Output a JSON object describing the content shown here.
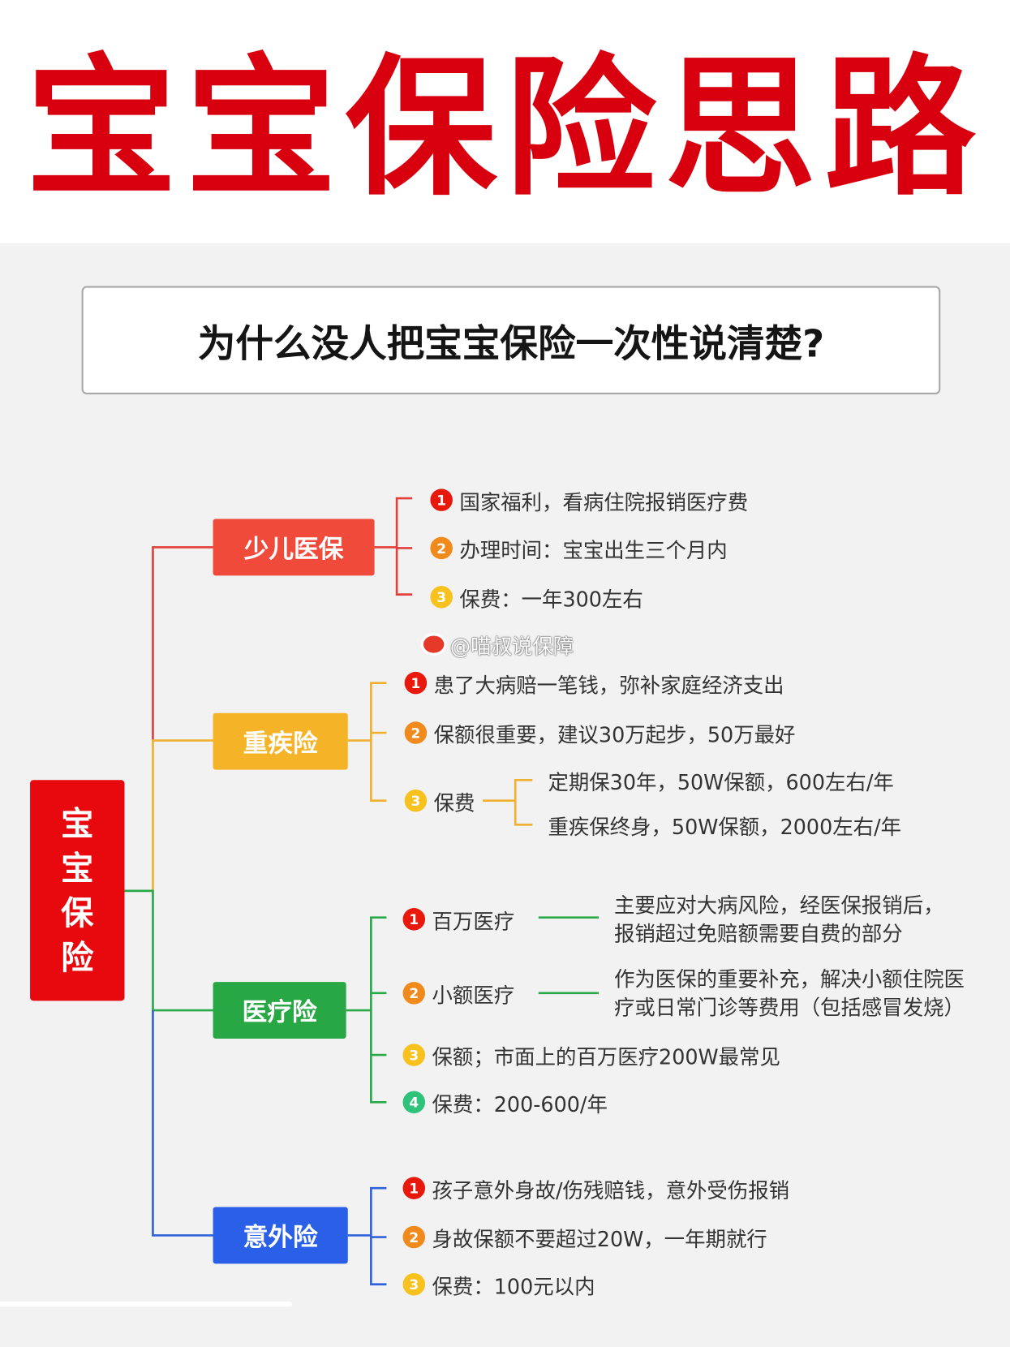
{
  "title": "宝宝保险思路",
  "question": "为什么没人把宝宝保险一次性说清楚?",
  "root": [
    "宝",
    "宝",
    "保",
    "险"
  ],
  "watermark": "@喵叔说保障",
  "colors": {
    "title": "#d8000f",
    "root": "#e8090f",
    "child_care": "#f04a3a",
    "critical": "#f5b427",
    "medical": "#27a844",
    "accident": "#2a5fe8"
  },
  "branches": [
    {
      "label": "少儿医保",
      "items": [
        {
          "num": "1",
          "text": "国家福利，看病住院报销医疗费"
        },
        {
          "num": "2",
          "text": "办理时间：宝宝出生三个月内"
        },
        {
          "num": "3",
          "text": "保费：一年300左右"
        }
      ]
    },
    {
      "label": "重疾险",
      "items": [
        {
          "num": "1",
          "text": "患了大病赔一笔钱，弥补家庭经济支出"
        },
        {
          "num": "2",
          "text": "保额很重要，建议30万起步，50万最好"
        },
        {
          "num": "3",
          "text": "保费",
          "sub": [
            "定期保30年，50W保额，600左右/年",
            "重疾保终身，50W保额，2000左右/年"
          ]
        }
      ]
    },
    {
      "label": "医疗险",
      "items": [
        {
          "num": "1",
          "text": "百万医疗",
          "desc": [
            "主要应对大病风险，经医保报销后，",
            "报销超过免赔额需要自费的部分"
          ]
        },
        {
          "num": "2",
          "text": "小额医疗",
          "desc": [
            "作为医保的重要补充，解决小额住院医",
            "疗或日常门诊等费用（包括感冒发烧）"
          ]
        },
        {
          "num": "3",
          "text": "保额；市面上的百万医疗200W最常见"
        },
        {
          "num": "4",
          "text": "保费：200-600/年"
        }
      ]
    },
    {
      "label": "意外险",
      "items": [
        {
          "num": "1",
          "text": "孩子意外身故/伤残赔钱，意外受伤报销"
        },
        {
          "num": "2",
          "text": "身故保额不要超过20W，一年期就行"
        },
        {
          "num": "3",
          "text": "保费：100元以内"
        }
      ]
    }
  ]
}
